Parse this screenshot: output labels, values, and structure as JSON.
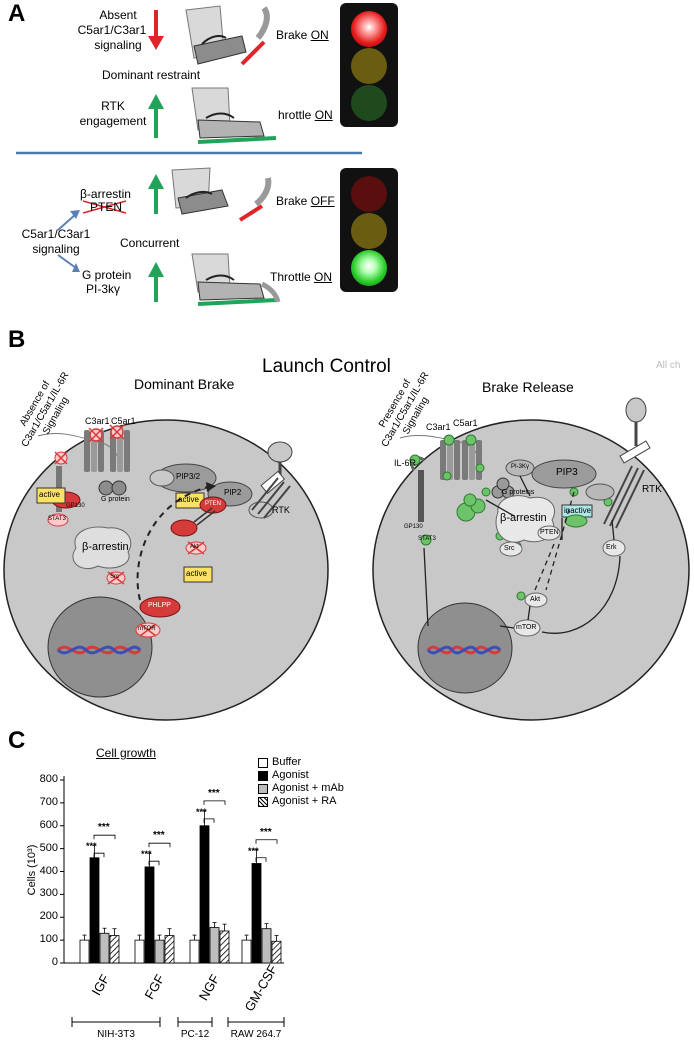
{
  "panel_a": {
    "letter": "A",
    "restraint": {
      "absent_label": [
        "Absent",
        "C5ar1/C3ar1",
        "signaling"
      ],
      "dominant_label": "Dominant restraint",
      "rtk_label": [
        "RTK",
        "engagement"
      ],
      "brake_on": "Brake ",
      "brake_on_u": "ON",
      "throttle_on": "hrottle ",
      "throttle_on_u": "ON"
    },
    "release": {
      "barrestin": "β-arrestin",
      "pten": "PTEN",
      "signaling_label": [
        "C5ar1/C3ar1",
        "signaling"
      ],
      "concurrent_label": "Concurrent",
      "gprotein": "G protein",
      "pi3k": "PI-3kγ",
      "brake_off": "Brake ",
      "brake_off_u": "OFF",
      "throttle_on": "Throttle ",
      "throttle_on_u": "ON"
    }
  },
  "panel_b": {
    "letter": "B",
    "title": "Launch Control",
    "corner_text": "All ch",
    "left": {
      "title": "Dominant Brake",
      "signaling_label": [
        "Absence of",
        "C3ar1/C5ar1/IL-6R",
        "Signaling"
      ],
      "c3ar1": "C3ar1",
      "c5ar1": "C5ar1",
      "gprotein": "G protein",
      "gp130": "GP130",
      "active1": "active",
      "active2": "active",
      "active3": "active",
      "pip3": "PIP3/2",
      "pip2": "PIP2",
      "rtk": "RTK",
      "barrestin": "β-arrestin",
      "pten": "PTEN",
      "phlpp": "PHLPP",
      "mtor": "mTOR",
      "akt": "Akt",
      "stat3": "STAT3",
      "src": "Src"
    },
    "right": {
      "title": "Brake Release",
      "signaling_label": [
        "Presence of",
        "C3ar1/C5ar1/IL-6R",
        "Signaling"
      ],
      "c3ar1": "C3ar1",
      "c5ar1": "C5ar1",
      "il6r": "IL-6R",
      "gp130": "GP130",
      "gproteins": "G proteins",
      "pi3k": "PI-3Kγ",
      "pip3": "PIP3",
      "inactive": "inactive",
      "rtk": "RTK",
      "barrestin": "β-arrestin",
      "pten": "PTEN",
      "src": "Src",
      "erk": "Erk",
      "akt": "Akt",
      "mtor": "mTOR",
      "stat3": "STAT3"
    }
  },
  "panel_c": {
    "letter": "C",
    "chart_data": {
      "type": "bar",
      "title": "Cell growth",
      "ylabel": "Cells (10³)",
      "ylim": [
        0,
        800
      ],
      "yticks": [
        0,
        100,
        200,
        300,
        400,
        500,
        600,
        700,
        800
      ],
      "categories": [
        "IGF",
        "FGF",
        "NGF",
        "GM-CSF"
      ],
      "groups": [
        {
          "label": "NIH-3T3",
          "categories": [
            "IGF",
            "FGF"
          ]
        },
        {
          "label": "PC-12",
          "categories": [
            "NGF"
          ]
        },
        {
          "label": "RAW 264.7",
          "categories": [
            "GM-CSF"
          ]
        }
      ],
      "series": [
        {
          "name": "Buffer",
          "values": [
            100,
            100,
            100,
            100
          ],
          "errors": [
            22,
            22,
            22,
            22
          ],
          "color": "#ffffff",
          "pattern": "none"
        },
        {
          "name": "Agonist",
          "values": [
            460,
            420,
            600,
            435
          ],
          "errors": [
            55,
            60,
            65,
            60
          ],
          "color": "#000000",
          "pattern": "none"
        },
        {
          "name": "Agonist + mAb",
          "values": [
            130,
            100,
            155,
            150
          ],
          "errors": [
            22,
            22,
            22,
            22
          ],
          "color": "#bdbdbd",
          "pattern": "none"
        },
        {
          "name": "Agonist + RA",
          "values": [
            120,
            120,
            140,
            95
          ],
          "errors": [
            30,
            30,
            30,
            25
          ],
          "color": "#ffffff",
          "pattern": "hatch"
        }
      ],
      "significance": "***",
      "grid": false,
      "legend": "top-right"
    }
  }
}
